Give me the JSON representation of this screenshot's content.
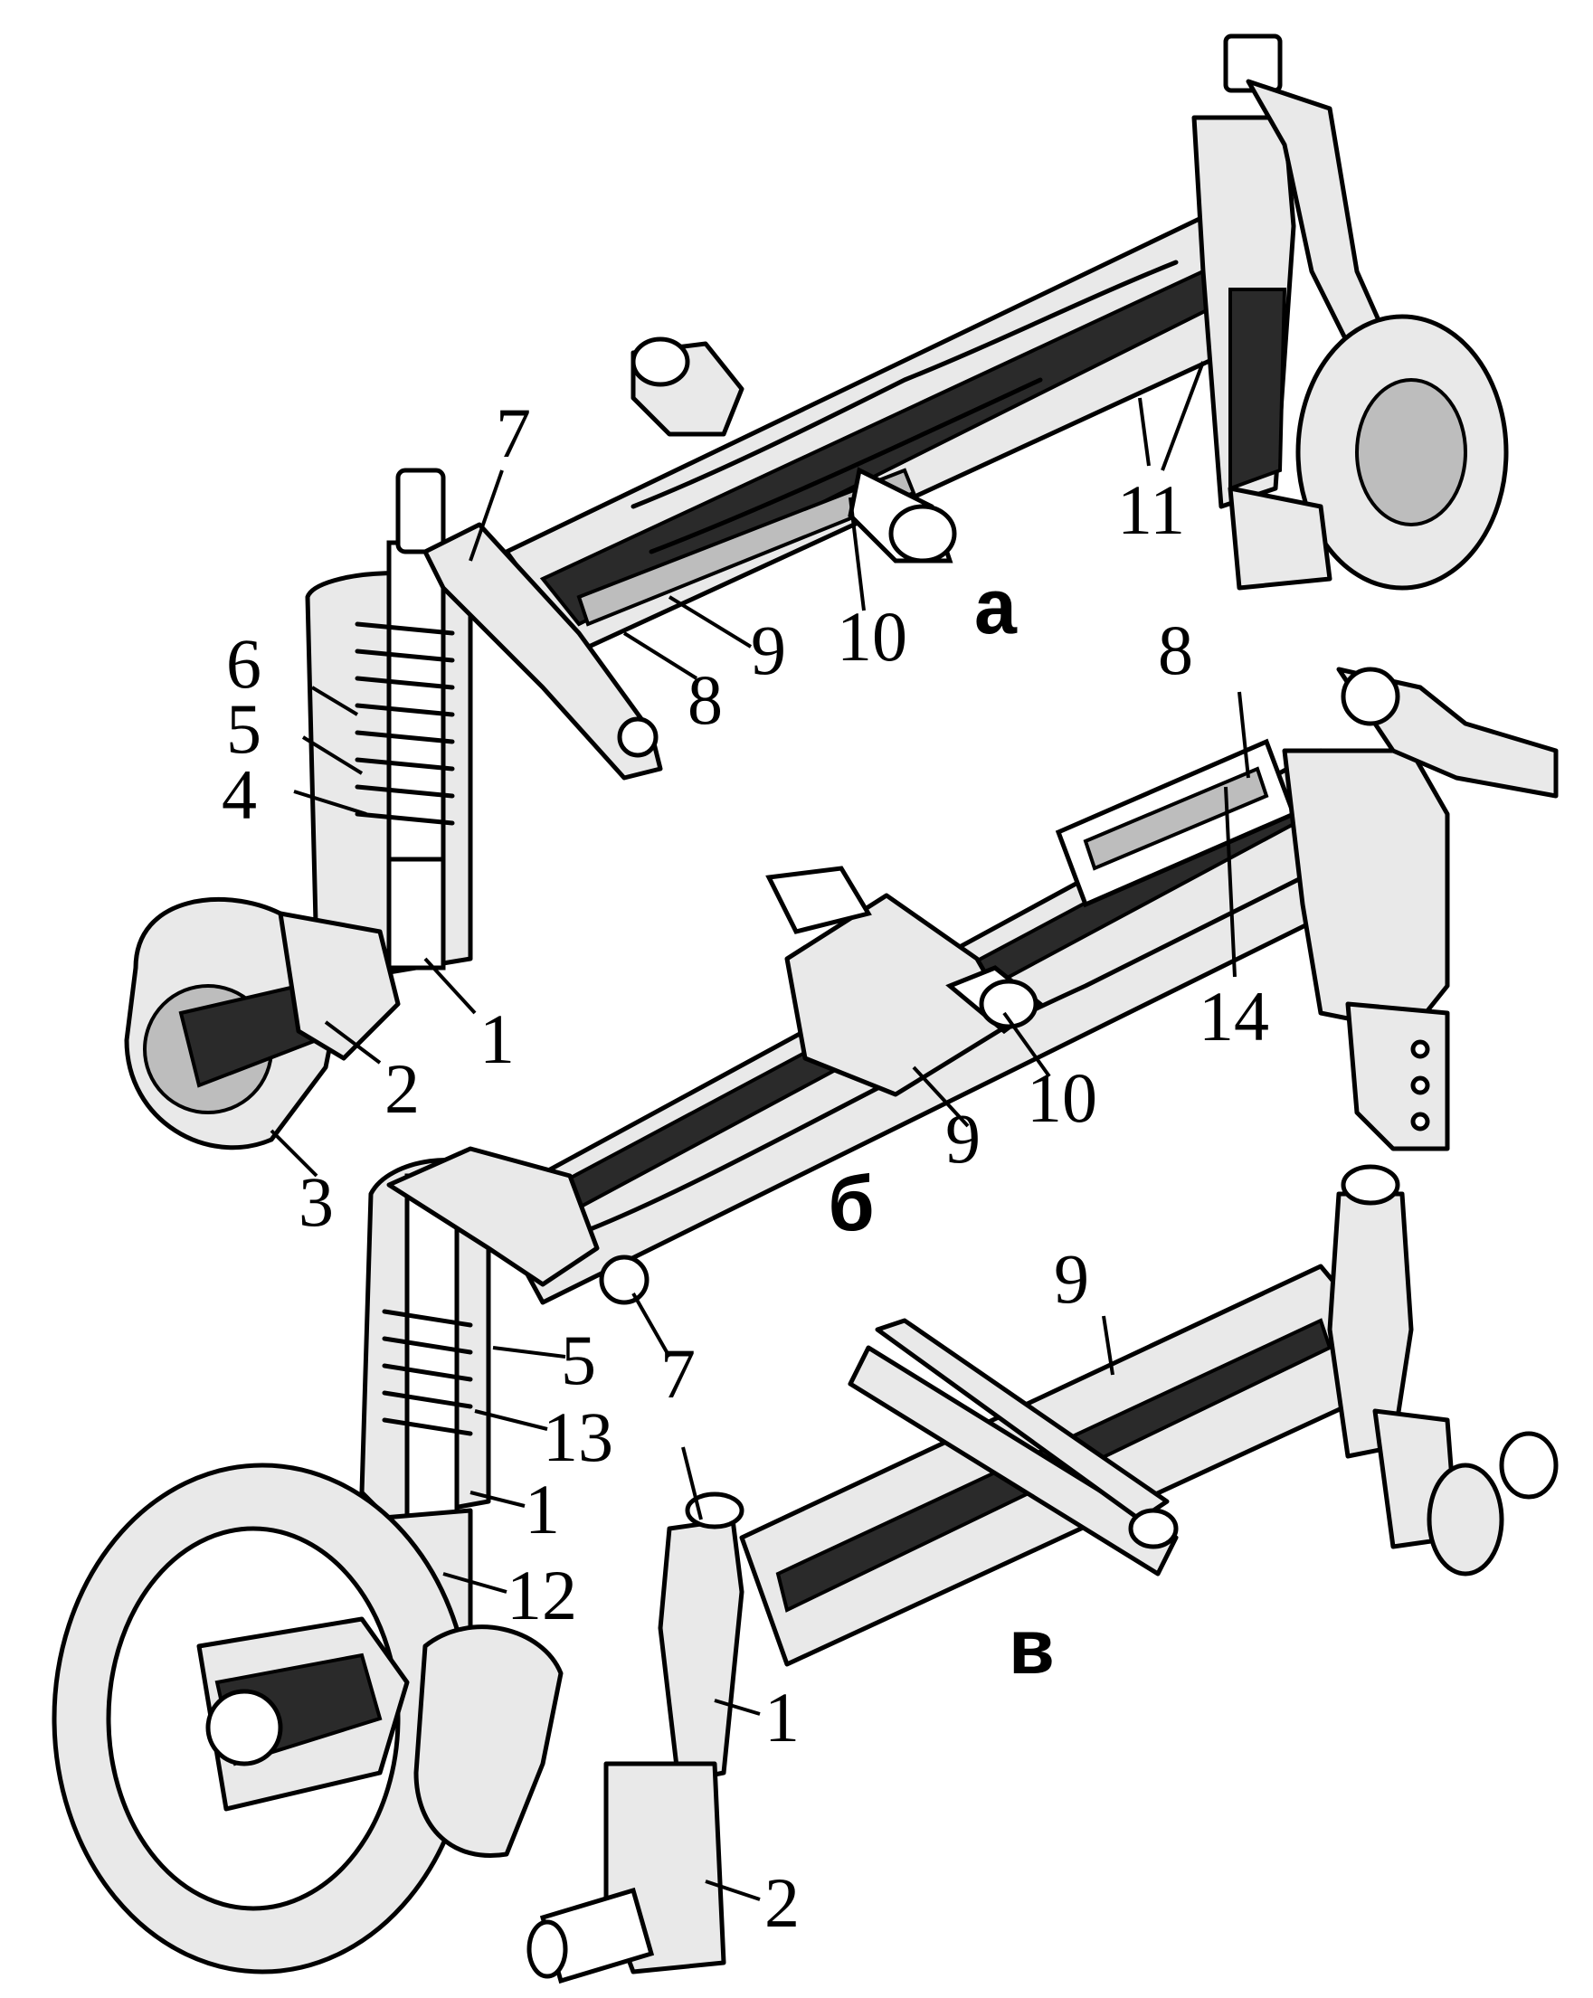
{
  "subfigures": {
    "a": "а",
    "b": "б",
    "c": "в"
  },
  "callouts": {
    "a": [
      "7",
      "6",
      "5",
      "4",
      "1",
      "2",
      "3",
      "8",
      "9",
      "10",
      "11"
    ],
    "b": [
      "8",
      "14",
      "10",
      "9",
      "5",
      "13",
      "1",
      "12",
      "7"
    ],
    "c": [
      "9",
      "1",
      "2"
    ]
  },
  "colors": {
    "ink": "#000000",
    "paper": "#ffffff",
    "shade": "#bdbdbd",
    "dark": "#2a2a2a"
  }
}
